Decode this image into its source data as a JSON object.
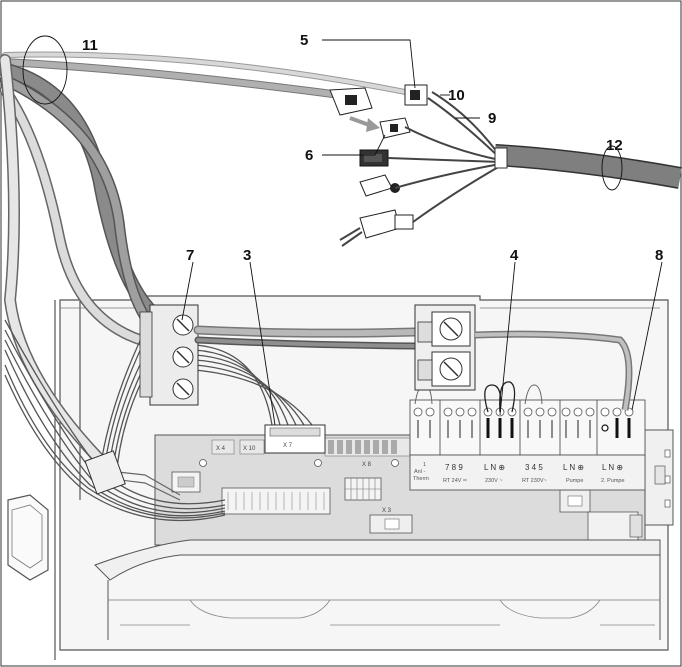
{
  "callouts": {
    "c11": "11",
    "c5": "5",
    "c10": "10",
    "c9": "9",
    "c6": "6",
    "c12": "12",
    "c7": "7",
    "c3": "3",
    "c4": "4",
    "c8": "8"
  },
  "board": {
    "x7": "X 7",
    "x4": "X 4",
    "x10": "X 10",
    "x8": "X 8",
    "x3": "X 3"
  },
  "terminals": {
    "t_anl": "1",
    "t_anl_sub": "Anl -",
    "t_anl_sub2": "Therm",
    "t_789": "7  8  9",
    "t_789_sub": "RT 24V ═",
    "t_lnpe1": "L  N ⊕",
    "t_lnpe1_sub": "230V ~",
    "t_345": "3  4  5",
    "t_345_sub": "RT 230V~",
    "t_lnpe2": "L  N ⊕",
    "t_lnpe2_sub": "Pumpe",
    "t_lnpe3": "L  N ⊕",
    "t_lnpe3_sub": "2. Pumpe"
  },
  "colors": {
    "line": "#1a1a1a",
    "cable_dark": "#7a7a7a",
    "cable_mid": "#a8a8a8",
    "cable_light": "#cfcfcf",
    "board": "#dcdcdc",
    "housing": "#f4f4f4"
  }
}
